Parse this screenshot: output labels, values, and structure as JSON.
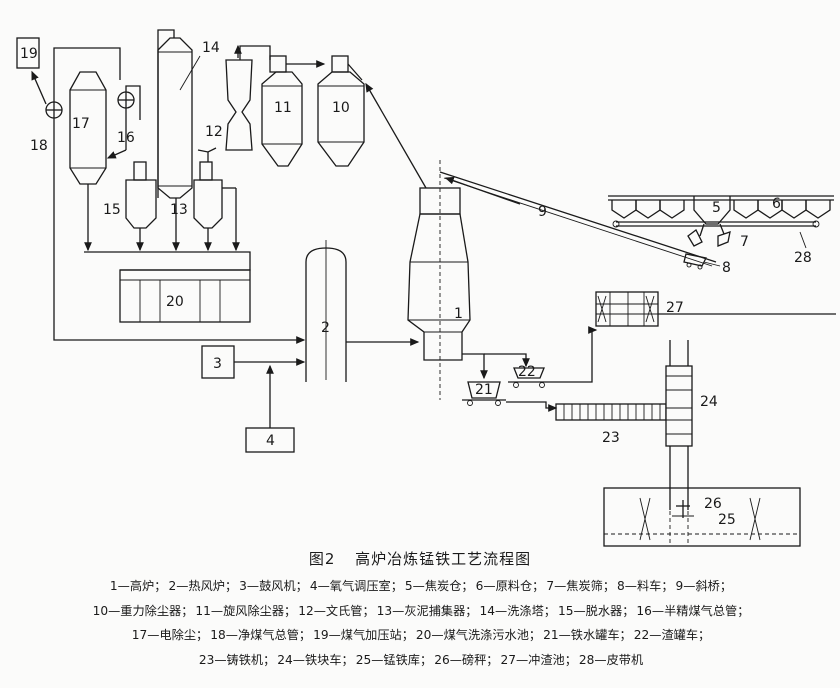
{
  "figure": {
    "caption_label": "图2",
    "caption_title": "高炉冶炼锰铁工艺流程图",
    "node_labels": {
      "n1": "1",
      "n2": "2",
      "n3": "3",
      "n4": "4",
      "n5": "5",
      "n6": "6",
      "n7": "7",
      "n8": "8",
      "n9": "9",
      "n10": "10",
      "n11": "11",
      "n12": "12",
      "n13": "13",
      "n14": "14",
      "n15": "15",
      "n16": "16",
      "n17": "17",
      "n18": "18",
      "n19": "19",
      "n20": "20",
      "n21": "21",
      "n22": "22",
      "n23": "23",
      "n24": "24",
      "n25": "25",
      "n26": "26",
      "n27": "27",
      "n28": "28"
    }
  },
  "legend": {
    "lines": [
      [
        "1—高炉；",
        "2—热风炉；",
        "3—鼓风机；",
        "4—氧气调压室；",
        "5—焦炭仓；",
        "6—原料仓；",
        "7—焦炭筛；",
        "8—料车；",
        "9—斜桥；"
      ],
      [
        "10—重力除尘器；",
        "11—旋风除尘器；",
        "12—文氏管；",
        "13—灰泥捕集器；",
        "14—洗涤塔；",
        "15—脱水器；",
        "16—半精煤气总管；"
      ],
      [
        "17—电除尘；",
        "18—净煤气总管；",
        "19—煤气加压站；",
        "20—煤气洗涤污水池；",
        "21—铁水罐车；",
        "22—渣罐车；"
      ],
      [
        "23—铸铁机；",
        "24—铁块车；",
        "25—锰铁库；",
        "26—磅秤；",
        "27—冲渣池；",
        "28—皮带机"
      ]
    ]
  }
}
